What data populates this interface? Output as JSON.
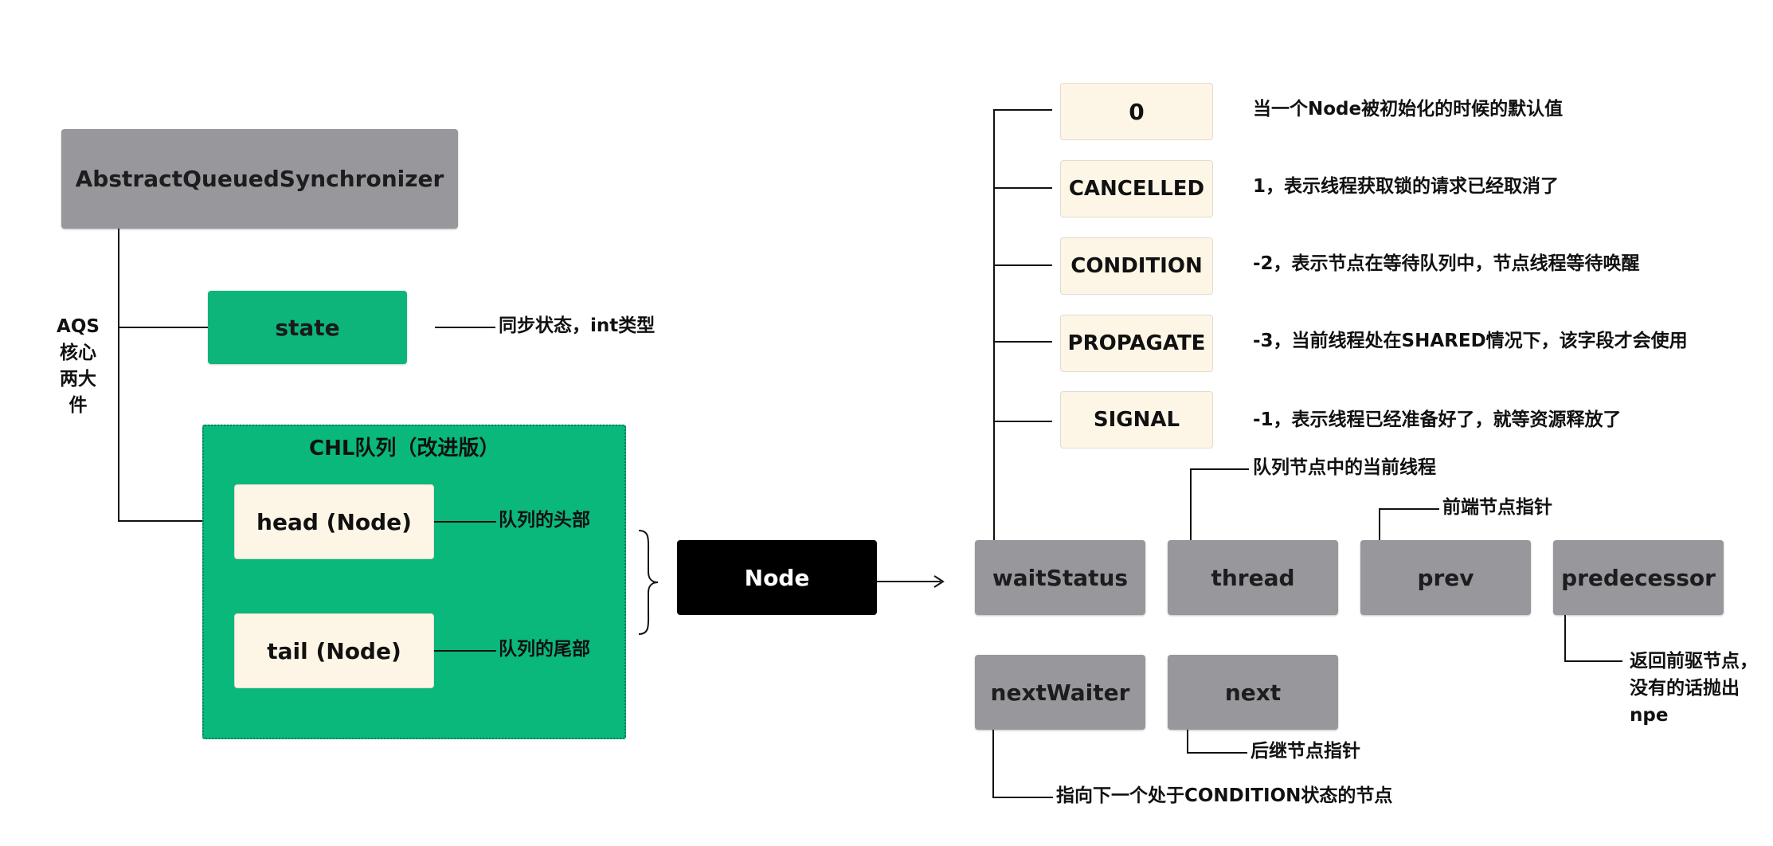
{
  "aqs": {
    "title": "AbstractQueuedSynchronizer",
    "core_label": "AQS核心两大件",
    "state": {
      "label": "state",
      "desc": "同步状态，int类型"
    },
    "queue": {
      "title": "CHL队列（改进版）",
      "head": {
        "label": "head (Node)",
        "desc": "队列的头部"
      },
      "tail": {
        "label": "tail (Node)",
        "desc": "队列的尾部"
      }
    }
  },
  "node": {
    "label": "Node"
  },
  "fields": [
    {
      "label": "waitStatus"
    },
    {
      "label": "thread",
      "desc": "队列节点中的当前线程"
    },
    {
      "label": "prev",
      "desc": "前端节点指针"
    },
    {
      "label": "predecessor",
      "desc": "返回前驱节点，没有的话抛出npe"
    },
    {
      "label": "nextWaiter",
      "desc": "指向下一个处于CONDITION状态的节点"
    },
    {
      "label": "next",
      "desc": "后继节点指针"
    }
  ],
  "wait_status": [
    {
      "label": "0",
      "desc": "当一个Node被初始化的时候的默认值"
    },
    {
      "label": "CANCELLED",
      "desc": "1，表示线程获取锁的请求已经取消了"
    },
    {
      "label": "CONDITION",
      "desc": "-2，表示节点在等待队列中，节点线程等待唤醒"
    },
    {
      "label": "PROPAGATE",
      "desc": "-3，当前线程处在SHARED情况下，该字段才会使用"
    },
    {
      "label": "SIGNAL",
      "desc": "-1，表示线程已经准备好了，就等资源释放了"
    }
  ],
  "colors": {
    "gray_box": "#98979c",
    "green_box": "#0db57b",
    "cream_box": "#fdf6e6",
    "node_box": "#000000"
  }
}
